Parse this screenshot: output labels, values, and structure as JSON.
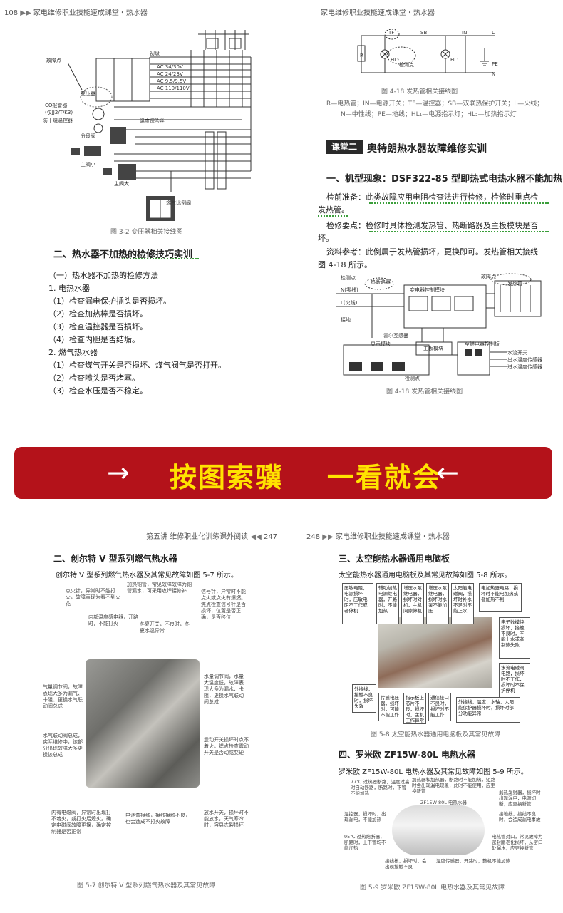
{
  "top_left": {
    "page_num": "108",
    "header": "家电维修职业技能速成课堂・热水器",
    "figure_labels": {
      "fault": "故障点",
      "co_alarm": "CO报警器\n(仅JJ2/T/K3)",
      "anti_dry": "防干烧温控器",
      "split_valve": "分段阀",
      "main_small": "主阀小",
      "main_large": "主阀大",
      "gas_valve": "燃气比例阀",
      "transformer": "变压器",
      "primary": "初级",
      "ac1": "AC 34/30V",
      "ac2": "AC 24/23V",
      "ac3": "AC 9.5/9.5V",
      "ac4": "AC 110/110V",
      "temp_fuse": "温度保险丝"
    },
    "fig_caption": "图 3-2   变压器相关接线图",
    "section_title": "二、热水器不加热的检修技巧实训",
    "sub_title": "（一）热水器不加热的检修方法",
    "h1": "1. 电热水器",
    "electric_items": [
      "（1）检查漏电保护插头是否损坏。",
      "（2）检查加热棒是否损坏。",
      "（3）检查温控器是否损坏。",
      "（4）检查内胆是否结垢。"
    ],
    "h2": "2. 燃气热水器",
    "gas_items": [
      "（1）检查煤气开关是否损坏、煤气阀气是否打开。",
      "（2）检查喷头是否堵塞。",
      "（3）检查水压是否不稳定。"
    ]
  },
  "top_right": {
    "header": "家电维修职业技能速成课堂・热水器",
    "circuit_labels": {
      "tf": "TF",
      "sb": "SB",
      "in": "IN",
      "l": "L",
      "r": "R",
      "hl2": "HL₂",
      "hl1": "HL₁",
      "check": "检测点",
      "pe": "PE",
      "n": "N"
    },
    "fig_caption": "图 4-18   发热管相关接线图",
    "legend_1": "R—电热管；IN—电源开关；TF—温控器；SB—双联热保护开关；L—火线；",
    "legend_2": "N—中性线；PE—地线；HL₁—电源指示灯；HL₂—加热指示灯",
    "lesson_tag": "课堂二",
    "lesson_title": "奥特朗热水器故障维修实训",
    "section_title": "一、机型现象：DSF322-85 型即热式电热水器不能加热",
    "prep_a": "检前准备：此类故障应用电阻检查法进行检修，检修时重点检",
    "prep_b": "发热管。",
    "key_a": "检修要点：检修时具体检测发热管、热断路器及主板模块是否",
    "key_b": "坏。",
    "ref_a": "资料参考：此例属于发热管损坏，更换即可。发热管相关接线",
    "ref_b": "图 4-18 所示。",
    "diagram_labels": {
      "check_top": "检测点",
      "thermal_breaker": "热断路器",
      "fault": "故障点",
      "heater": "发热管",
      "n_line": "N(零线)",
      "l_line": "L(火线)",
      "power_module": "变电器控制模块",
      "ground": "接地",
      "sensor": "霍尔互感器",
      "display": "显示模块",
      "main_module": "主板模块",
      "to_relay": "至继电器控制板",
      "water_switch": "水流开关",
      "water_temp": "出水温度传感器",
      "inlet_temp": "进水温度传感器",
      "check_bottom": "检测点"
    }
  },
  "banner": {
    "arrow_left": "→",
    "text": "按图索骥    一看就会",
    "arrow_right": "←"
  },
  "bottom_left": {
    "header": "第五讲  维修职业化训练课外阅读",
    "page_num": "247",
    "section_title": "二、创尔特 V 型系列燃气热水器",
    "intro": "创尔特 V 型系列燃气热水器及其常见故障如图 5-7 所示。",
    "callouts": [
      "点火针，异常时不能打火，故障表现为看不到火花",
      "加热铜管，常见故障故障为铜管漏水，可采用攻焊接修补",
      "内部温度感电器，开路时，不能打火",
      "冬夏开关，不良时，冬夏水温异常",
      "信号针，异常时不能点火或点火有爆燃。焦点检查信号针是否损坏，位置是否正确，是否移位",
      "气量调节阀，故障表现大多为漏气、卡阻、更换水气联动阀总成",
      "水量调节阀，水量大温度低，故障表现大多为漏水、卡阻，更换水气联动阀总成",
      "水气联动阀总成，实际维修中，该部分出现故障大多更换该总成",
      "震动开关损坏时点不着火。熄点检查震动开关是否动或变硬",
      "内有电磁阀，异常时出现打不着火，或打火后熄火。确定电磁阀故障更换，确定控制器是否正常",
      "电池盒接线，接线接触不良，也会造成不打火故障",
      "放水开关，损坏时不能放水，天气寒冷时，容易冻裂损坏"
    ],
    "fig_caption": "图 5-7   创尔特 V 型系列燃气热水器及其常见故障"
  },
  "bottom_right": {
    "page_num": "248",
    "header": "家电维修职业技能速成课堂・热水器",
    "section3_title": "三、太空能热水器通用电脑板",
    "section3_intro": "太空能热水器通用电脑板及其常见故障如图 5-8 所示。",
    "pcb_callouts": [
      "压敏电阻，电源损坏时，压敏电阻不工作或者停机",
      "辅助加热电源继电器，开路时，不能加热",
      "增压水泵继电器，损坏时对机，主机间隙停机",
      "增压水泵继电器，损坏时水泵不能加压",
      "太阳能电磁阀，损坏时补水不足时不能上水",
      "电加热器电路，损坏时不能电加热或者加热不利",
      "电子数模块损坏，接触不良时，不能上水或者制热失败",
      "水流电磁阀电路，损坏时不工作，损坏时不保护停机",
      "外接线，接触不良时，损坏失效",
      "传感电压器，损坏时，可能不能工作",
      "指示板上芯片不良，损坏时，主机工作异常",
      "通信接口不良时，损坏时不能工作",
      "外接线，温度、水轴、太阳能保护器损坏时，损坏时部分功能异常"
    ],
    "fig58_caption": "图 5-8   太空能热水器通用电脑板及其常见故障",
    "section4_title": "四、罗米欧 ZF15W-80L 电热水器",
    "section4_intro": "罗米欧 ZF15W-80L 电热水器及其常见故障如图 5-9 所示。",
    "wh_callouts": [
      "77℃ 过热器断路，温度过高时自动断路，断路时，下管不能加热",
      "加热器和加热器，断路时不能加热，短路时会出现漏电现象，此时不能使用，应更换新管",
      "漏热发射器，损坏时出现漏电，电源切断，应更换新管",
      "ZF15W-80L 电热水器",
      "温控器，损坏时，出现漏电，不能加热",
      "接地线，接线不良时，会造成漏电事故",
      "95℃ 过热熔断器，断路时，上下管均不能加热",
      "电热管对口，常见故障为密封圈老化损坏，从密口处漏水，应更换新管",
      "接线板，损坏时，会出现接触不良",
      "温度传感器，开路时，整机不能加热"
    ],
    "fig59_caption": "图 5-9   罗米欧 ZF15W-80L 电热水器及其常见故障"
  }
}
